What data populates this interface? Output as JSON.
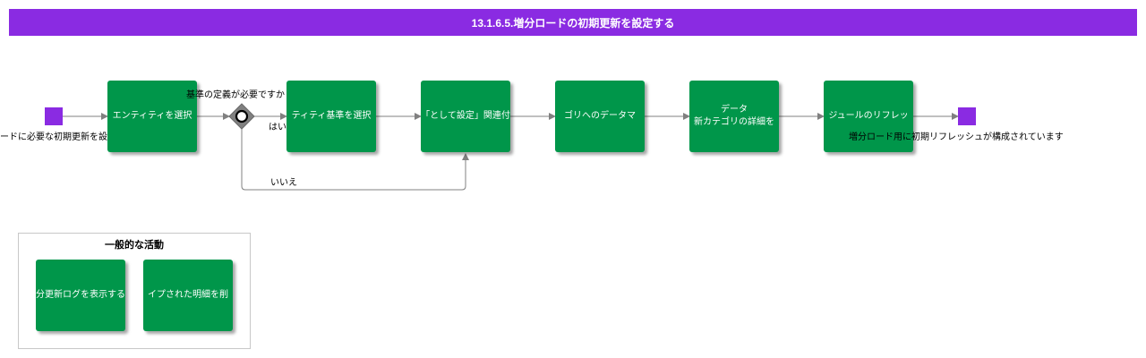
{
  "title": "13.1.6.5.増分ロードの初期更新を設定する",
  "start_event_label": "ードに必要な初期更新を設",
  "end_event_label": "増分ロード用に初期リフレッシュが構成されています",
  "gateway": {
    "question": "基準の定義が必要ですか",
    "yes": "はい",
    "no": "いいえ"
  },
  "tasks": [
    {
      "lines": [
        "エンティティを選択"
      ]
    },
    {
      "lines": [
        "ティティ基準を選択"
      ]
    },
    {
      "lines": [
        "「として設定」関連付"
      ]
    },
    {
      "lines": [
        "ゴリへのデータマ"
      ]
    },
    {
      "lines": [
        "データ",
        "新カテゴリの詳細を"
      ]
    },
    {
      "lines": [
        "ジュールのリフレッ"
      ]
    }
  ],
  "group": {
    "title": "一般的な活動",
    "tasks": [
      {
        "lines": [
          "分更新ログを表示する"
        ]
      },
      {
        "lines": [
          "イプされた明細を削"
        ]
      }
    ]
  },
  "colors": {
    "title_bar": "#8a2be2",
    "task": "#00964a",
    "event": "#8a2be2",
    "connector": "#808080",
    "gateway": "#808080"
  }
}
